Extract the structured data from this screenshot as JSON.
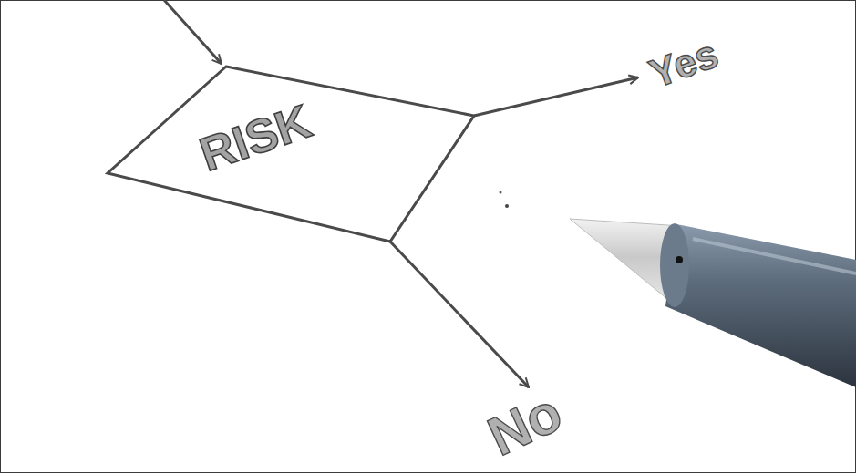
{
  "diagram": {
    "nodes": [
      {
        "text": [
          "RISK"
        ]
      }
    ],
    "labels": [
      "Yes",
      "No"
    ]
  }
}
